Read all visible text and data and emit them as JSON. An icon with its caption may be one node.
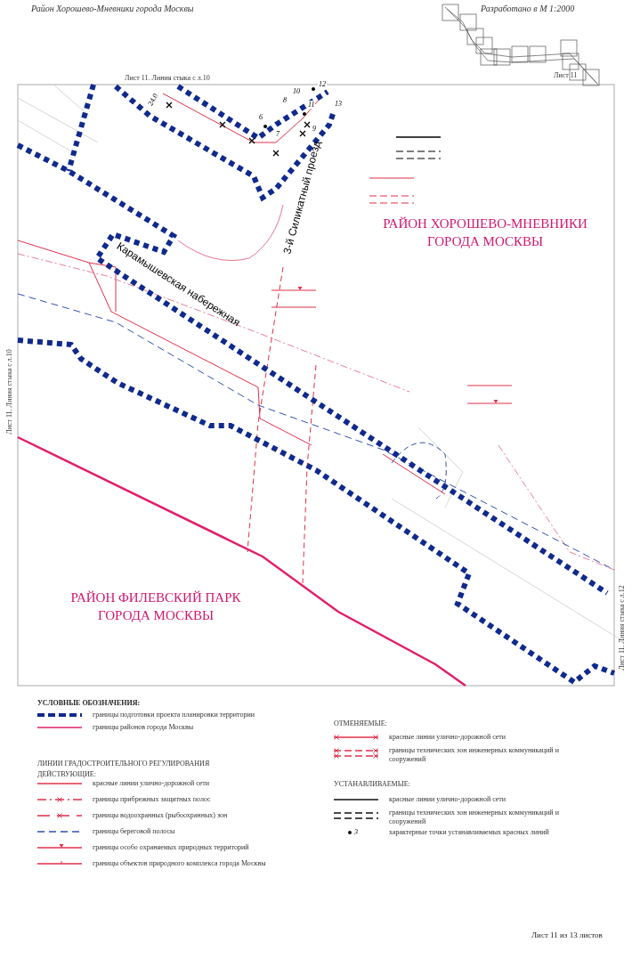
{
  "diagram": {
    "labels": [
      "Район Хорошево-Мневники города Москвы",
      "Разработано в М 1:2000",
      "Лист 11",
      "Лист 11. Линия стыка с л.10",
      "24.0",
      "6",
      "7",
      "8",
      "9",
      "10",
      "11",
      "12",
      "13",
      "3-й Силикатный проезд",
      "Карамышевская набережная",
      "РАЙОН ХОРОШЕВО-МНЕВНИКИ ГОРОДА МОСКВЫ",
      "Лист 11. Линия стыка с л.10",
      "Лист 11. Линия стыка с л.12",
      "РАЙОН ФИЛЕВСКИЙ ПАРК ГОРОДА МОСКВЫ",
      "УСЛОВНЫЕ ОБОЗНАЧЕНИЯ:",
      "ЛИНИИ ГРАДОСТРОИТЕЛЬНОГО РЕГУЛИРОВАНИЯ",
      "ДЕЙСТВУЮЩИЕ:",
      "ОТМЕНЯЕМЫЕ:",
      "УСТАНАВЛИВАЕМЫЕ:",
      "3",
      "Лист 11 из 13 листов"
    ],
    "legend": [
      {
        "text": "границы подготовки проекта планировки территории"
      },
      {
        "text": "границы районов города Москвы"
      },
      {
        "text": "красные линии улично-дорожной сети"
      },
      {
        "text": "границы прибрежных защитных полос"
      },
      {
        "text": "границы водоохранных (рыбоохранных) зон"
      },
      {
        "text": "границы береговой полосы"
      },
      {
        "text": "границы особо охраняемых природных территорий"
      },
      {
        "text": "границы объектов природного комплекса города Москвы"
      },
      {
        "text": "красные линии улично-дорожной сети"
      },
      {
        "text": "границы технических зон инженерных коммуникаций и сооружений"
      },
      {
        "text": "красные линии улично-дорожной сети"
      },
      {
        "text": "границы технических зон инженерных коммуникаций и сооружений"
      },
      {
        "text": "характерные точки устанавливаемых красных линий"
      }
    ]
  }
}
